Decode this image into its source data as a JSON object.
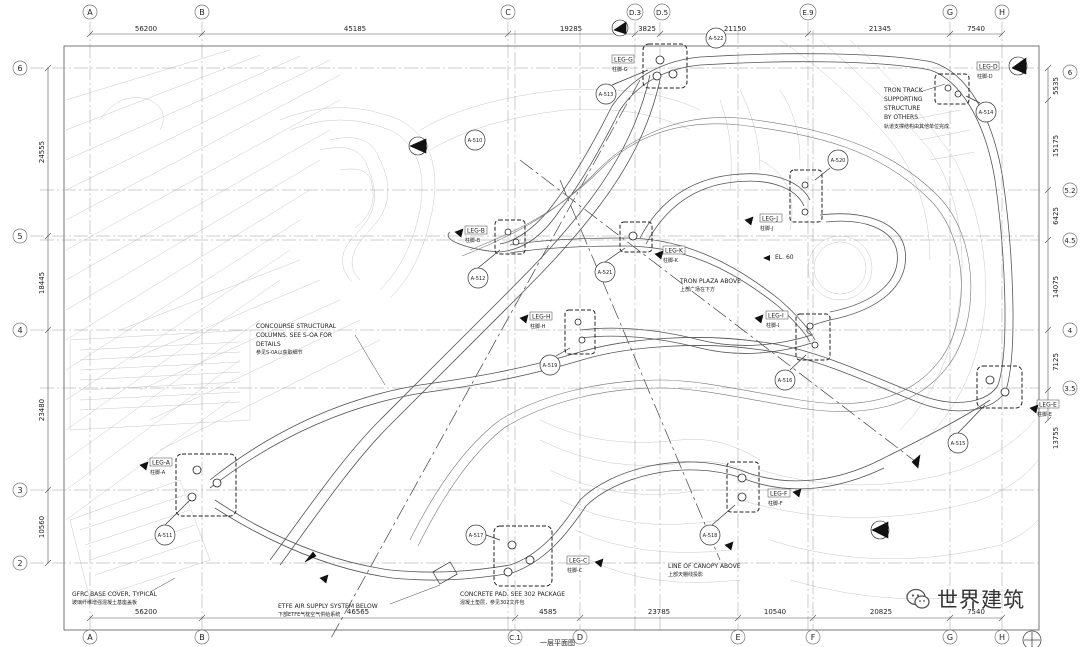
{
  "grid": {
    "columns": [
      "A",
      "B",
      "C",
      "D.3",
      "D.5",
      "E.9",
      "G",
      "H",
      "C.1",
      "D",
      "E",
      "F"
    ],
    "rows": [
      "6",
      "5",
      "4",
      "3",
      "2",
      "5.2",
      "4.5",
      "3.5"
    ]
  },
  "dimensions": {
    "top": [
      "56200",
      "45185",
      "19285",
      "3825",
      "21150",
      "21345",
      "7540"
    ],
    "bottom": [
      "56200",
      "46565",
      "4585",
      "23785",
      "10540",
      "20825",
      "7540"
    ],
    "left": [
      "24555",
      "18445",
      "23480",
      "10560"
    ],
    "right": [
      "5535",
      "15175",
      "6425",
      "14075",
      "7125",
      "13755"
    ]
  },
  "legs": [
    "LEG-A",
    "LEG-B",
    "LEG-C",
    "LEG-D",
    "LEG-E",
    "LEG-F",
    "LEG-G",
    "LEG-H",
    "LEG-I",
    "LEG-J",
    "LEG-K"
  ],
  "leg_subs": [
    "柱脚-A",
    "柱脚-B",
    "柱脚-C",
    "柱脚-D",
    "柱脚-E",
    "柱脚-F",
    "柱脚-G",
    "柱脚-H",
    "柱脚-I",
    "柱脚-J",
    "柱脚-K"
  ],
  "section_tags": [
    "A-512",
    "A-513",
    "A-511",
    "A-510",
    "A-519",
    "A-520",
    "A-514",
    "A-516",
    "A-517",
    "A-518",
    "A-515",
    "A-521",
    "A-522"
  ],
  "notes": {
    "tron_track": [
      "TRON TRACK",
      "SUPPORTING",
      "STRUCTURE",
      "BY OTHERS",
      "轨道支撑结构由其他单位完成"
    ],
    "concourse": [
      "CONCOURSE STRUCTURAL",
      "COLUMNS. SEE S-OA FOR",
      "DETAILS",
      "参见S-0A以获取细节"
    ],
    "tron_plaza": [
      "TRON PLAZA ABOVE",
      "上部广场在下方"
    ],
    "el": "EL. 60",
    "canopy": [
      "LINE OF CANOPY ABOVE",
      "上部天棚线投影"
    ],
    "concrete": [
      "CONCRETE PAD. SEE 302 PACKAGE",
      "混凝土垫层，参见302文件包"
    ],
    "etfe": [
      "ETFE AIR SUPPLY SYSTEM BELOW",
      "下部ETFE气枕空气供给系统"
    ],
    "gfrc": [
      "GFRC BASE COVER, TYPICAL",
      "玻璃纤维增强混凝土基座盖板"
    ]
  },
  "title_fragment": "一层平面图",
  "watermark": "世界建筑",
  "colors": {
    "line": "#3a3a3a",
    "light": "#9a9a9a",
    "faint": "#c8c8c8",
    "paper": "#ffffff"
  }
}
